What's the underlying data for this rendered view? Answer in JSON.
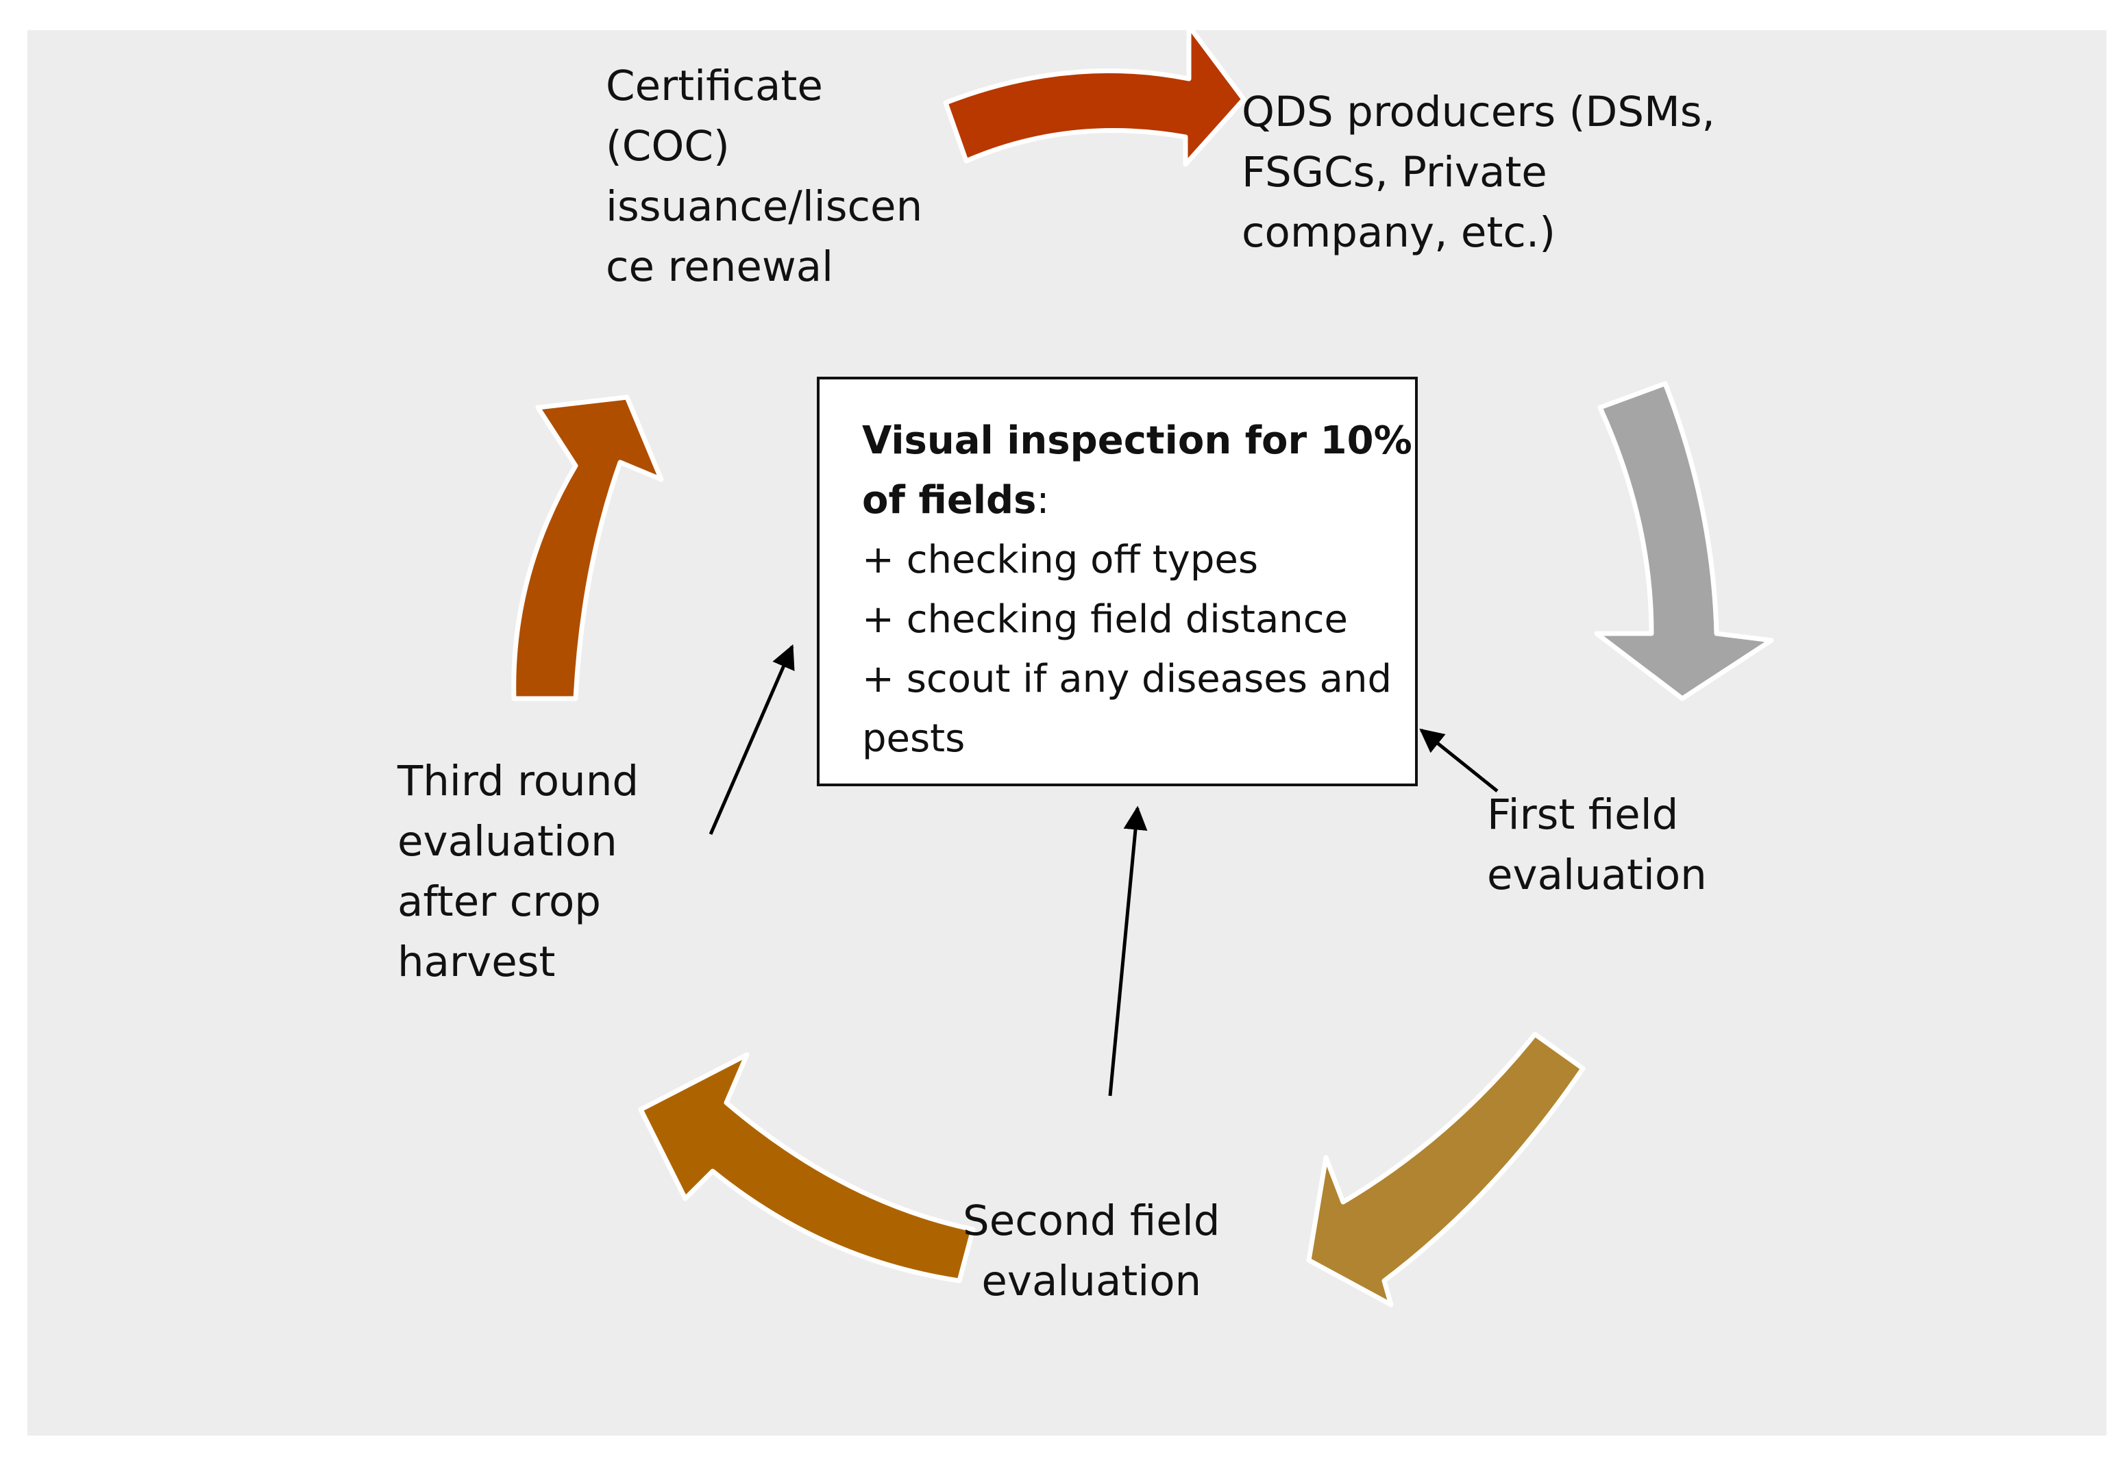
{
  "colors": {
    "background": "#ededed",
    "arrow_top": "#b83800",
    "arrow_right": "#a5a5a5",
    "arrow_bottom_right": "#b08430",
    "arrow_bottom_left": "#ad6400",
    "arrow_left": "#b04e00",
    "connector": "#000000"
  },
  "nodes": {
    "certificate": "Certificate\n(COC)\nissuance/liscen\nce renewal",
    "qds_producers": "QDS producers (DSMs,\nFSGCs, Private\ncompany, etc.)",
    "first_field": "First field\nevaluation",
    "second_field": "Second field\nevaluation",
    "third_round": "Third round\nevaluation\nafter crop\nharvest"
  },
  "center_box": {
    "title": "Visual inspection for 10% of fields",
    "title_suffix": ":",
    "bullets": [
      "+ checking off types",
      "+ checking field distance",
      "+ scout if any diseases and pests"
    ]
  }
}
